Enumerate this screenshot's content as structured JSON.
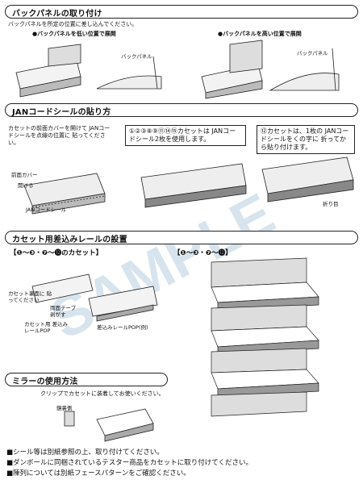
{
  "sections": {
    "back_panel": {
      "title": "バックパネルの取り付け",
      "instruction": "バックパネルを所定の位置に差し込んでください。",
      "low_caption": "●バックパネルを低い位置で展開",
      "high_caption": "●バックパネルを高い位置で展開",
      "label_left": "バックパネル",
      "label_right": "バックパネル"
    },
    "jan": {
      "title": "JANコードシールの貼り方",
      "instruction": "カセットの前面カバーを開けて JANコードシールを点線の位置に 貼ってください。",
      "box1": "①②③⑧⑨⑪⑭⑮カセットは JANコードシール2枚を使用します。",
      "box2": "⑫カセットは、1枚の JANコードシールをくの字に 折ってから貼り付けます。",
      "front_cover": "前面カバー",
      "open": "開ける",
      "jan_seal": "JANコードシール",
      "fold": "折り目"
    },
    "rail": {
      "title": "カセット用差込みレールの設置",
      "left_heading": "【❶〜❸・❼〜⓬のカセット】",
      "right_heading": "【❶〜❸・❼〜⓬】",
      "label_a": "カセット裏面に 貼ってください",
      "label_b": "両面テープ 剥がす",
      "label_c": "カセット用 差込みレールPOP",
      "label_d": "差込みレールPOP(例)"
    },
    "mirror": {
      "title": "ミラーの使用方法",
      "instruction": "クリップでカセットに装着してお使いください。",
      "clip": "鏡裏側"
    }
  },
  "footer": [
    "■シール等は別紙参照の上、取り付けてください。",
    "■ダンボールに同梱されているテスター商品をカセットに取り付けてください。",
    "■陳列については別紙フェースパターンをご確認ください。"
  ],
  "watermark": "SAMPLE"
}
